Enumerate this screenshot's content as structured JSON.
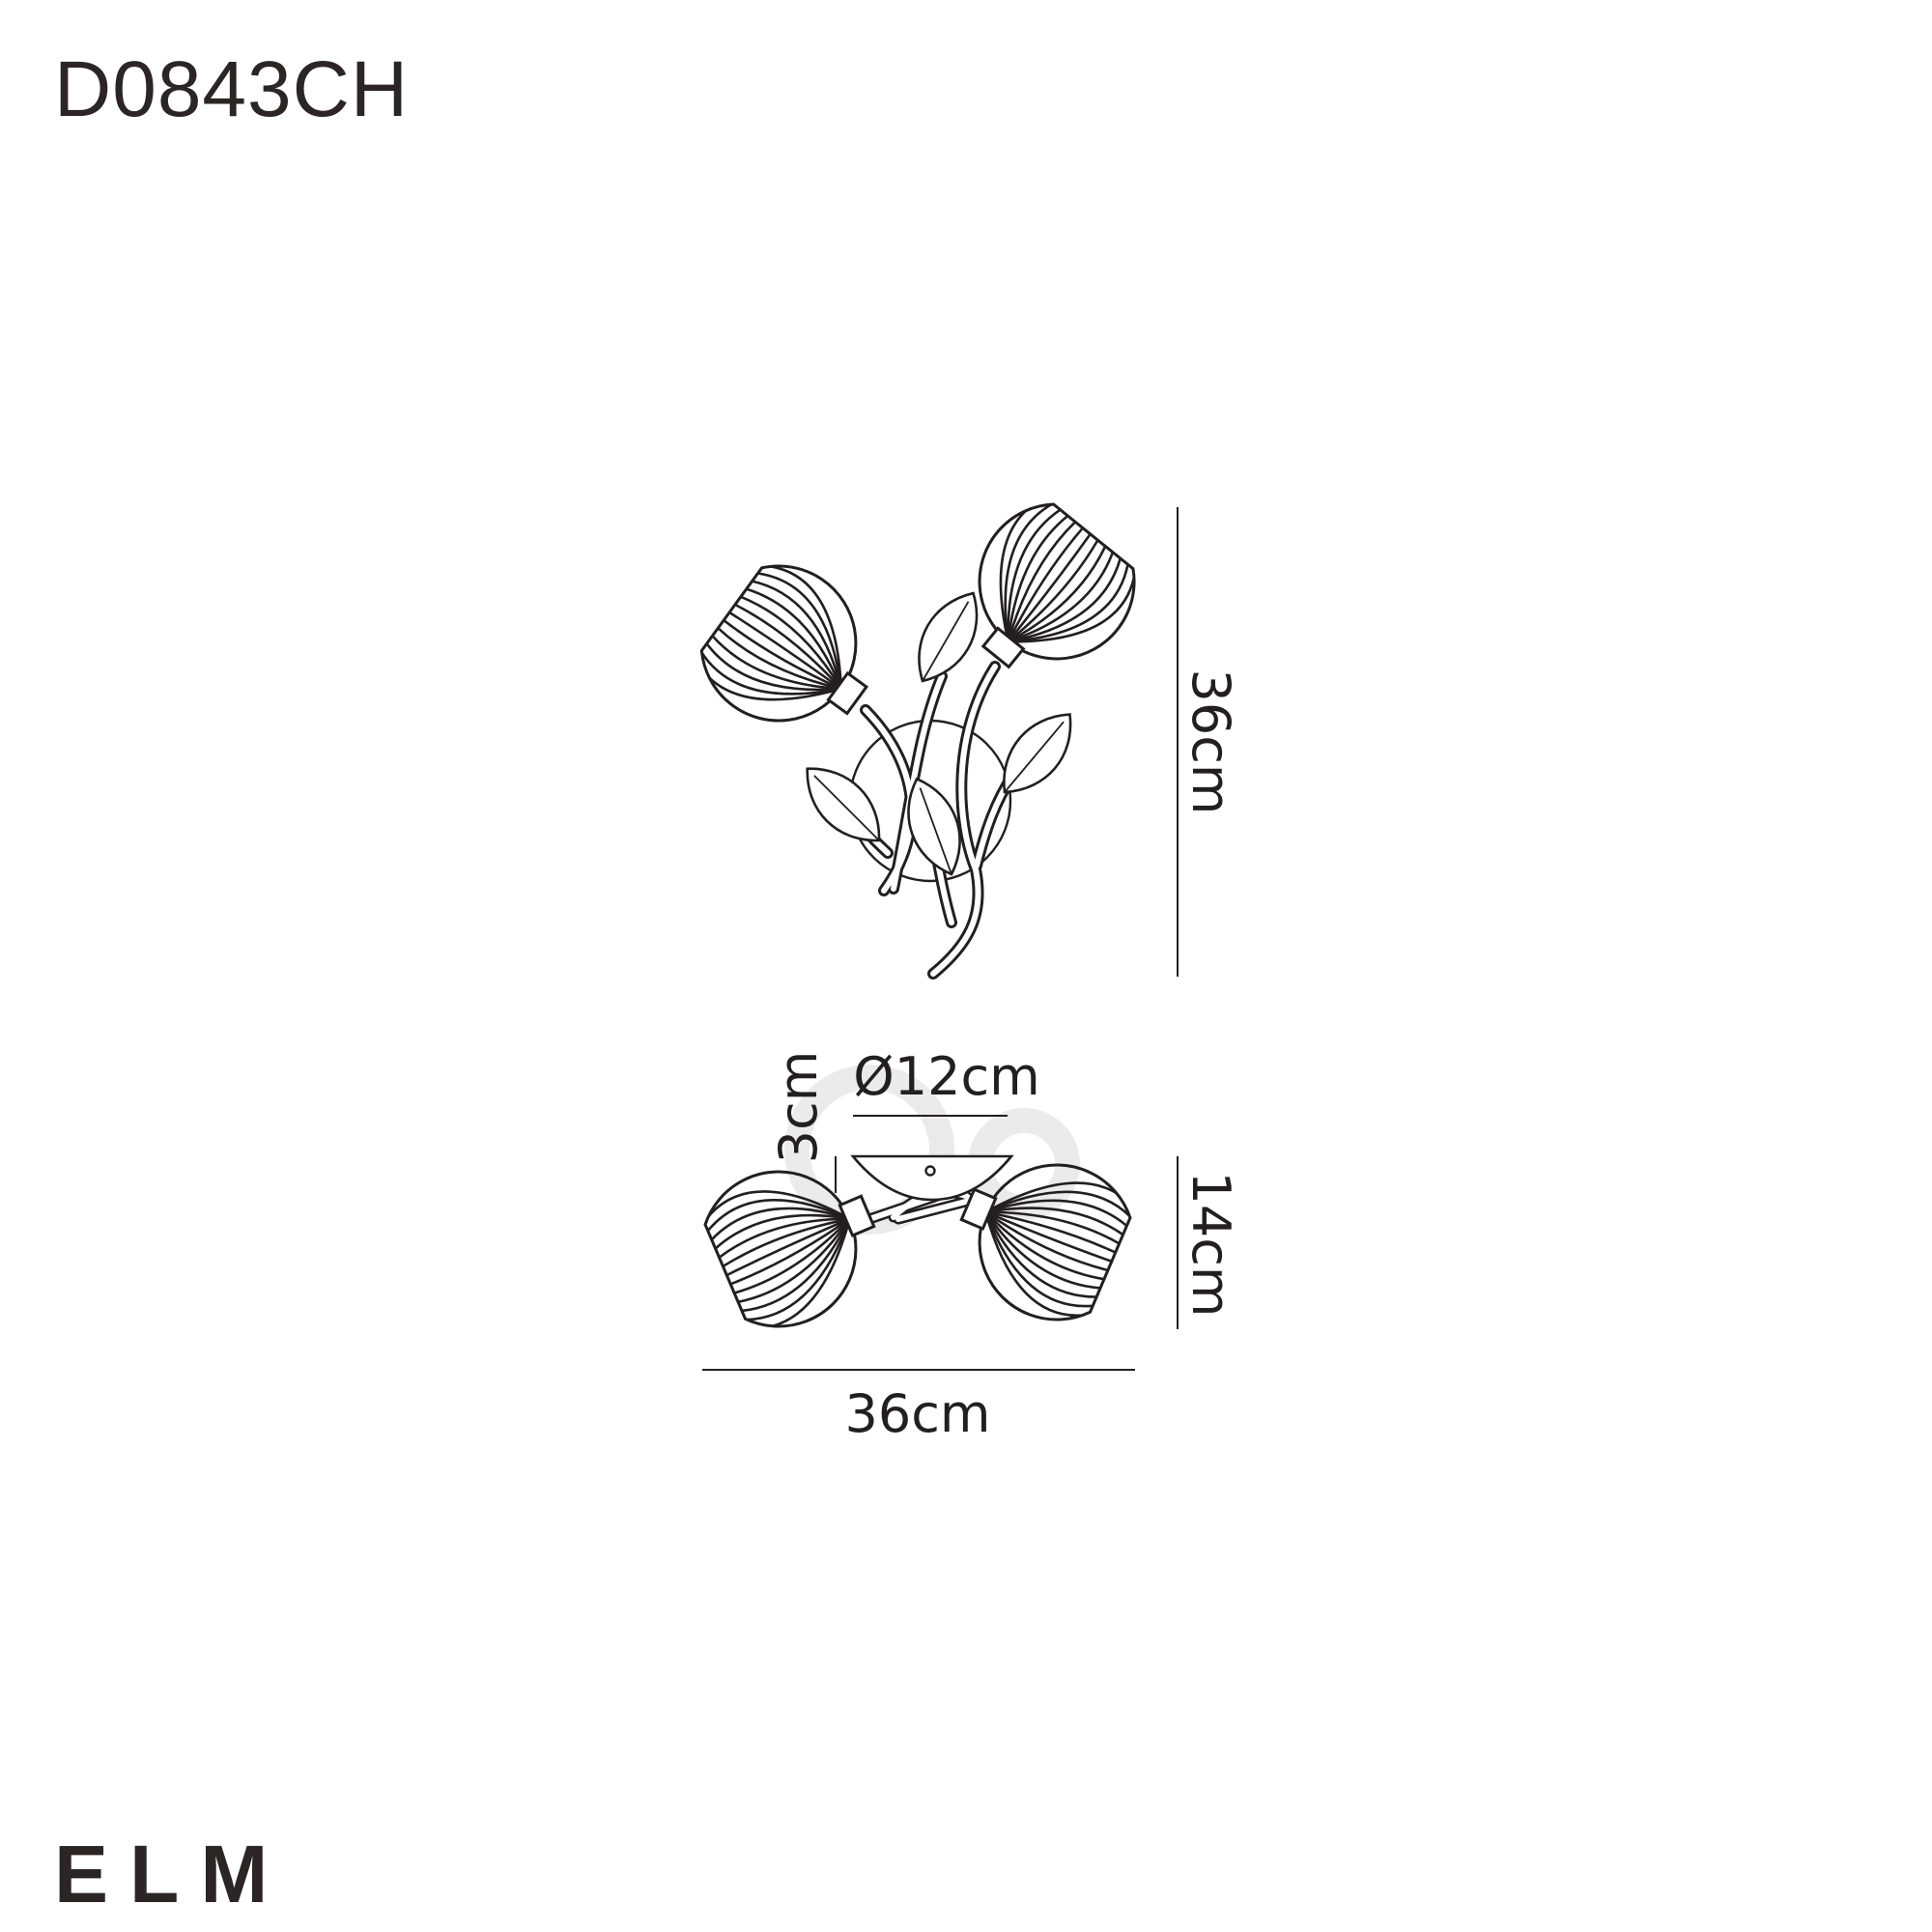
{
  "product_code": "D0843CH",
  "brand": "ELM",
  "dimensions": {
    "front_height": "36cm",
    "backplate_diameter": "Ø12cm",
    "backplate_depth": "3cm",
    "projection": "14cm",
    "width": "36cm"
  },
  "colors": {
    "line": "#231f20",
    "text": "#2b2526"
  }
}
